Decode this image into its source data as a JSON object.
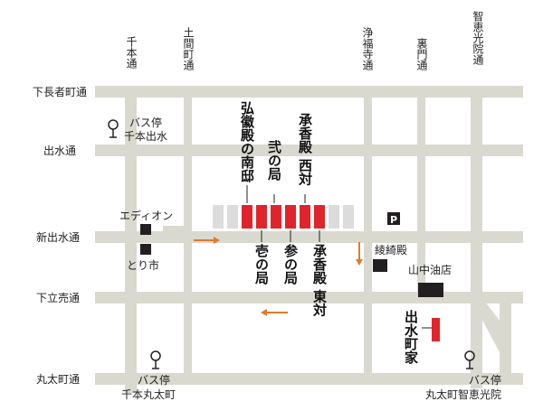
{
  "colors": {
    "road": "#d9d9cf",
    "road_outline": "#c9c9bd",
    "building_red": "#e0242c",
    "building_gray": "#dcdcdc",
    "landmark": "#231f20",
    "arrow": "#e07a2a",
    "text": "#222222"
  },
  "streets": {
    "horizontal": [
      {
        "label": "下長者町通"
      },
      {
        "label": "出水通"
      },
      {
        "label": "新出水通"
      },
      {
        "label": "下立売通"
      },
      {
        "label": "丸太町通"
      }
    ],
    "vertical": [
      {
        "label": "千本通"
      },
      {
        "label": "土間町通"
      },
      {
        "label": "浄福寺通"
      },
      {
        "label": "裏門通"
      },
      {
        "label": "智恵光院通"
      }
    ]
  },
  "bus_stops": [
    {
      "name": "バス停",
      "sub": "千本出水"
    },
    {
      "name": "バス停",
      "sub": "千本丸太町"
    },
    {
      "name": "バス停",
      "sub": "丸太町智恵光院"
    }
  ],
  "landmarks": [
    {
      "label": "エディオン"
    },
    {
      "label": "とり市"
    },
    {
      "label": "綾綺殿"
    },
    {
      "label": "山中油店"
    },
    {
      "label": "P"
    }
  ],
  "buildings_north": [
    {
      "label": "弘徽殿の南邸"
    },
    {
      "label": "弐の局"
    },
    {
      "label": "承香殿 西対"
    }
  ],
  "buildings_south": [
    {
      "label": "壱の局"
    },
    {
      "label": "参の局"
    },
    {
      "label": "承香殿 東対"
    }
  ],
  "featured": {
    "label": "出水町家"
  }
}
